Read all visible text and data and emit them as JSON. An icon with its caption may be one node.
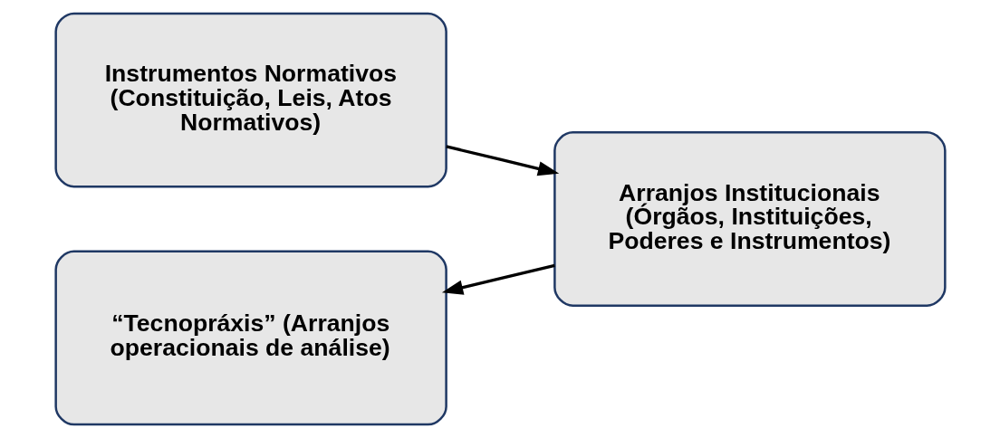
{
  "diagram": {
    "nodes": [
      {
        "text": [
          "Instrumentos Normativos (Constituição, Leis, Atos Normativos)"
        ]
      },
      {
        "text": [
          "Arranjos Institucionais (Órgãos, Instituições, Poderes e Instrumentos)"
        ]
      },
      {
        "text": [
          "“Tecnopráxis” (Arranjos operacionais de análise)"
        ]
      }
    ],
    "edges": [
      {
        "from": 0,
        "to": 1,
        "arrow": "to"
      },
      {
        "from": 1,
        "to": 2,
        "arrow": "to"
      }
    ]
  }
}
